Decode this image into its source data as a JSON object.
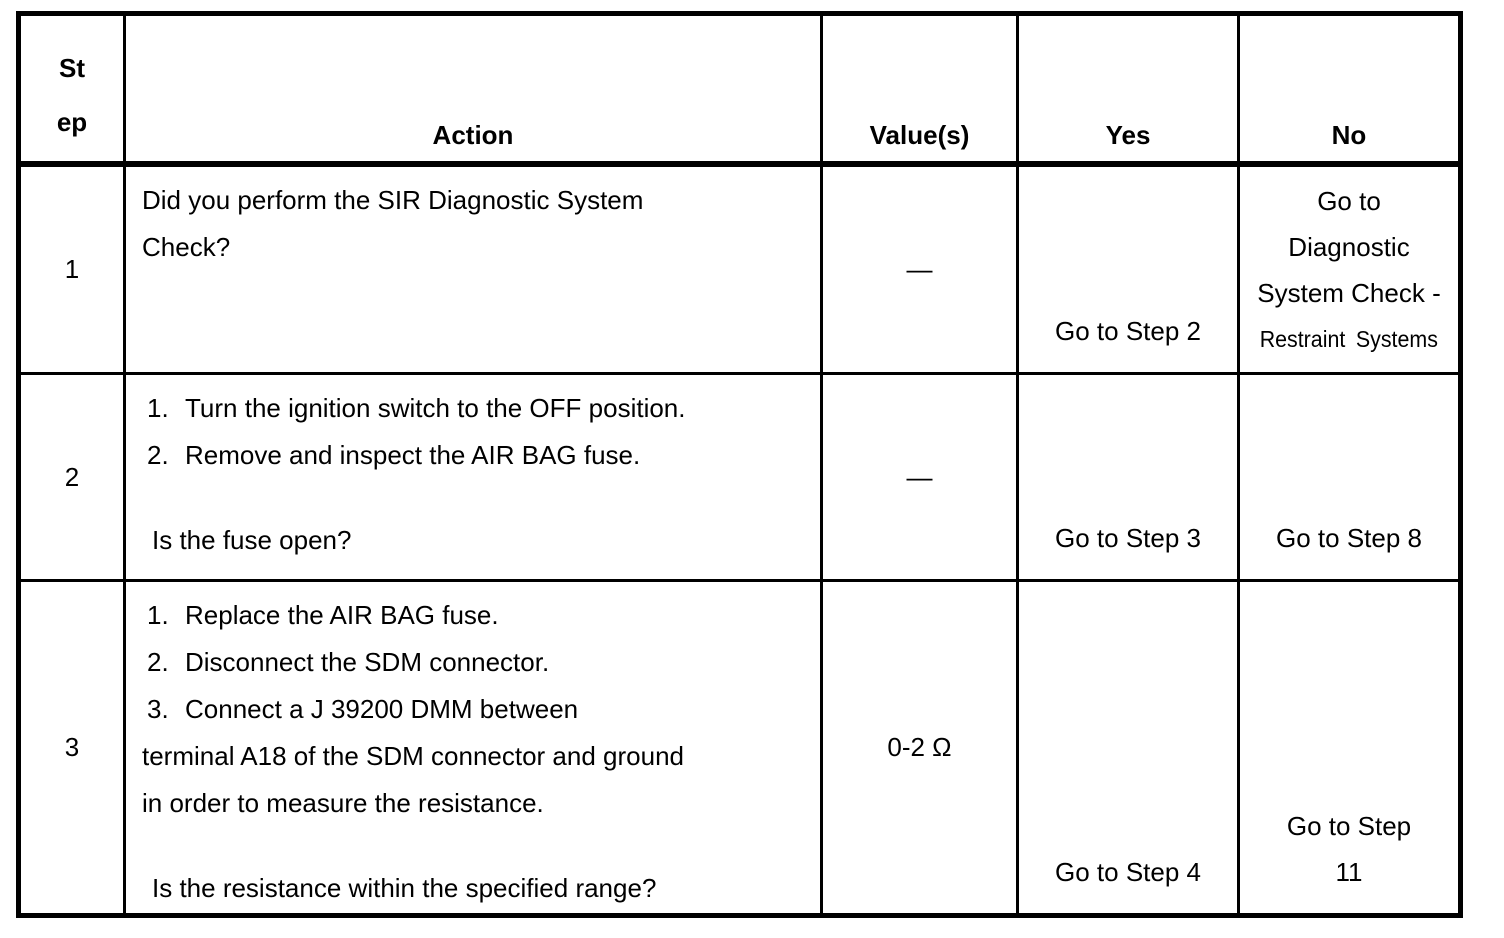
{
  "table": {
    "headers": {
      "step_line1": "St",
      "step_line2": "ep",
      "action": "Action",
      "values": "Value(s)",
      "yes": "Yes",
      "no": "No"
    },
    "rows": [
      {
        "step": "1",
        "action_lines": [
          "Did you perform the SIR Diagnostic System",
          "Check?"
        ],
        "value": "—",
        "yes": "Go to Step 2",
        "no_lines": [
          "Go to",
          "Diagnostic",
          "System Check -",
          "Restraint Systems"
        ]
      },
      {
        "step": "2",
        "action_items": [
          {
            "num": "1.",
            "text": "Turn the ignition switch to the OFF position."
          },
          {
            "num": "2.",
            "text": "Remove and inspect the AIR BAG fuse."
          }
        ],
        "question": "Is the fuse open?",
        "value": "—",
        "yes": "Go to Step 3",
        "no": "Go to Step 8"
      },
      {
        "step": "3",
        "action_items": [
          {
            "num": "1.",
            "text": "Replace the AIR BAG fuse."
          },
          {
            "num": "2.",
            "text": "Disconnect the SDM connector."
          },
          {
            "num": "3.",
            "text": "Connect a J 39200 DMM between"
          }
        ],
        "action_cont": [
          "terminal A18 of the SDM connector and ground",
          "in order to measure the resistance."
        ],
        "question": "Is the resistance within the specified range?",
        "value": "0-2 Ω",
        "yes": "Go to Step 4",
        "no_lines": [
          "Go to Step",
          "11"
        ]
      }
    ]
  }
}
